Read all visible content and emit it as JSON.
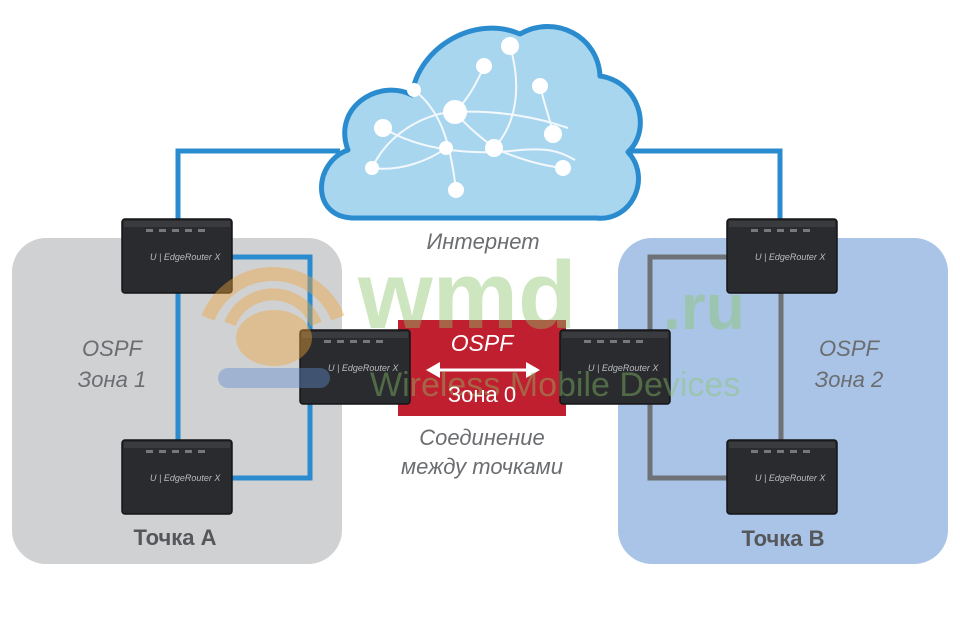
{
  "labels": {
    "internet": "Интернет",
    "zone1_protocol": "OSPF",
    "zone1_name": "Зона 1",
    "zone2_protocol": "OSPF",
    "zone2_name": "Зона 2",
    "zone0_protocol": "OSPF",
    "zone0_name": "Зона 0",
    "link_line1": "Соединение",
    "link_line2": "между точками",
    "point_a": "Точка А",
    "point_b": "Точка В"
  },
  "router_label": "EdgeRouter X",
  "watermark": {
    "brand": "wmd",
    "domain": ".ru",
    "tagline": "Wireless Mobile Devices"
  },
  "colors": {
    "zone1_bg": "#d0d1d3",
    "zone2_bg": "#a9c4e6",
    "zone0_bg": "#bf1f2e",
    "link_blue": "#2a8ccf",
    "link_gray": "#6e7176",
    "cloud_fill": "#a9d6ef",
    "router_body": "#2a2b2e"
  }
}
